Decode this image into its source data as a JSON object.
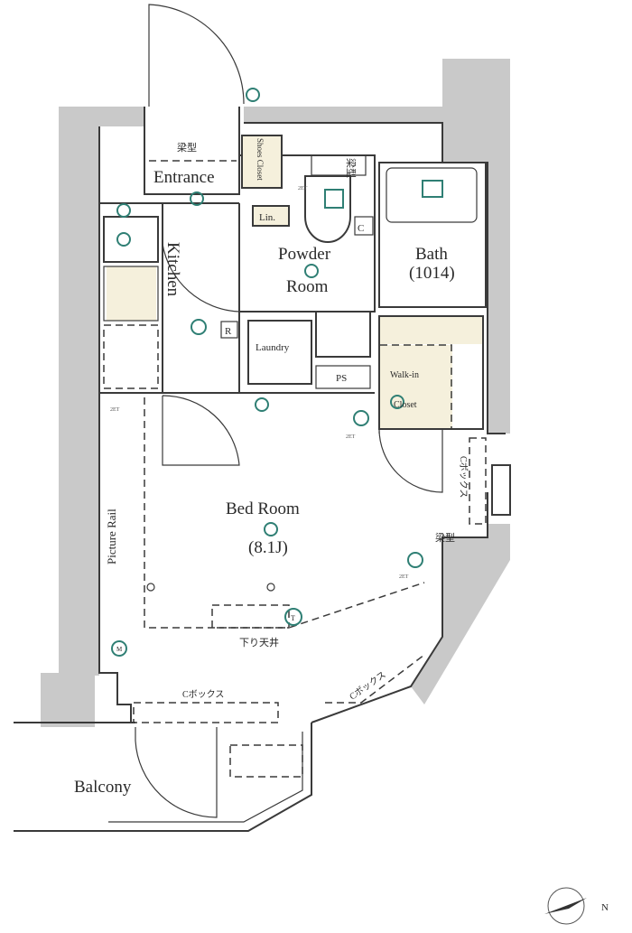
{
  "rooms": {
    "entrance": "Entrance",
    "beam_top": "梁型",
    "shoes_closet": "Shoes Closet",
    "linen": "Lin.",
    "beam_toilet": "梁型",
    "powder_line1": "Powder",
    "powder_line2": "Room",
    "bath_line1": "Bath",
    "bath_line2": "(1014)",
    "kitchen": "Kitchen",
    "refrigerator": "R",
    "laundry": "Laundry",
    "ps": "PS",
    "toilet_c": "C",
    "walkin_line1": "Walk-in",
    "walkin_line2": "Closet",
    "bedroom_line1": "Bed Room",
    "bedroom_size": "(8.1J)",
    "picture_rail": "Picture Rail",
    "c_box_right": "Cボックス",
    "beam_right": "梁型",
    "lowered_ceiling": "下り天井",
    "c_box_bottom": "Cボックス",
    "c_box_diag": "Cボックス",
    "balcony": "Balcony",
    "outlet_2et": "2ET",
    "meter": "M",
    "phone": "T",
    "compass": "N"
  },
  "colors": {
    "wall": "#c9c9c9",
    "fixture": "#2f7f74",
    "closet": "#f5f0dc"
  }
}
